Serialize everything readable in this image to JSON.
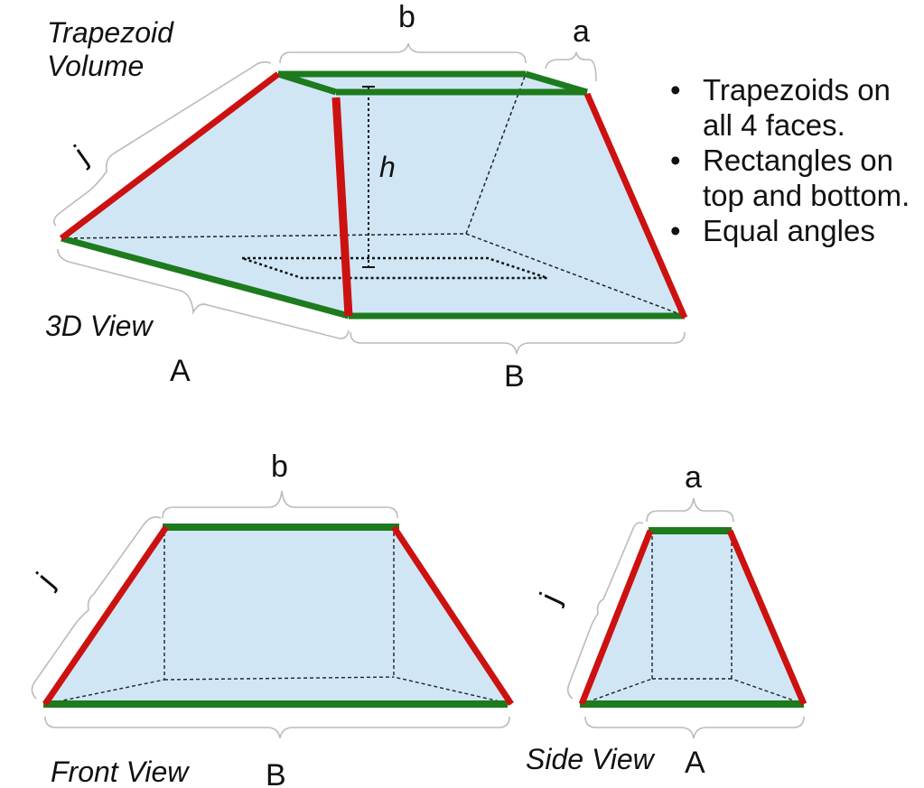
{
  "diagram": {
    "title_3d": [
      "Trapezoid",
      "Volume"
    ],
    "label_3d_view": "3D View",
    "label_front_view": "Front View",
    "label_side_view": "Side View",
    "dimension_labels": {
      "b": "b",
      "a": "a",
      "j": "j",
      "h": "h",
      "A": "A",
      "B": "B"
    },
    "bullets": [
      [
        "Trapezoids on",
        "all 4 faces."
      ],
      [
        "Rectangles on",
        "top and bottom."
      ],
      [
        "Equal angles"
      ]
    ],
    "colors": {
      "face_fill": "#d0e6f5",
      "vertical_edge": "#cc1111",
      "horizontal_edge": "#1d7a1d",
      "bracket": "#bbbbbb",
      "dotted": "#111111"
    }
  }
}
